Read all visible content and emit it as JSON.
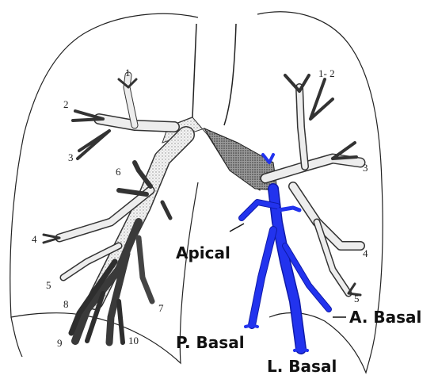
{
  "colors": {
    "highlight": "#2233ee",
    "highlight_edge": "#0f1aa8",
    "airway_light": "#f1f1f1",
    "airway_mid": "#c9c9c9",
    "airway_dark": "#4a4a4a",
    "outline": "#222222"
  },
  "right_lung_segments": {
    "s1": "1",
    "s2": "2",
    "s3": "3",
    "s4": "4",
    "s5": "5",
    "s6": "6",
    "s7": "7",
    "s8": "8",
    "s9": "9",
    "s10": "10"
  },
  "left_lung_segments": {
    "s12": "1- 2",
    "s3": "3",
    "s4": "4",
    "s5": "5"
  },
  "labels": {
    "apical": "Apical",
    "anterior_basal": "A. Basal",
    "posterior_basal": "P. Basal",
    "lateral_basal": "L. Basal"
  }
}
